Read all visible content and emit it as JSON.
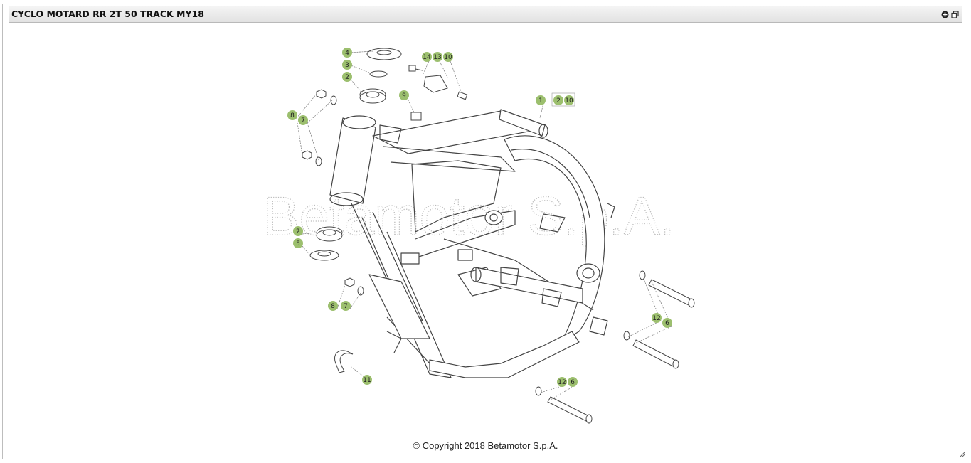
{
  "panel": {
    "title": "CYCLO MOTARD RR 2T 50 TRACK MY18",
    "icons": [
      "add-circle-icon",
      "popout-icon"
    ]
  },
  "diagram": {
    "watermark": "Betamotor S.p.A.",
    "callouts": [
      {
        "label": "4"
      },
      {
        "label": "3"
      },
      {
        "label": "2"
      },
      {
        "label": "14"
      },
      {
        "label": "13"
      },
      {
        "label": "10"
      },
      {
        "label": "9"
      },
      {
        "label": "1"
      },
      {
        "label": "2"
      },
      {
        "label": "10"
      },
      {
        "label": "8"
      },
      {
        "label": "7"
      },
      {
        "label": "2"
      },
      {
        "label": "5"
      },
      {
        "label": "8"
      },
      {
        "label": "7"
      },
      {
        "label": "12"
      },
      {
        "label": "6"
      },
      {
        "label": "11"
      },
      {
        "label": "12"
      },
      {
        "label": "6"
      }
    ]
  },
  "footer": {
    "copyright": "© Copyright 2018 Betamotor S.p.A."
  },
  "colors": {
    "callout_fill": "#9cbf6e",
    "line": "#555555",
    "titlebar": "#e6e6e6"
  }
}
